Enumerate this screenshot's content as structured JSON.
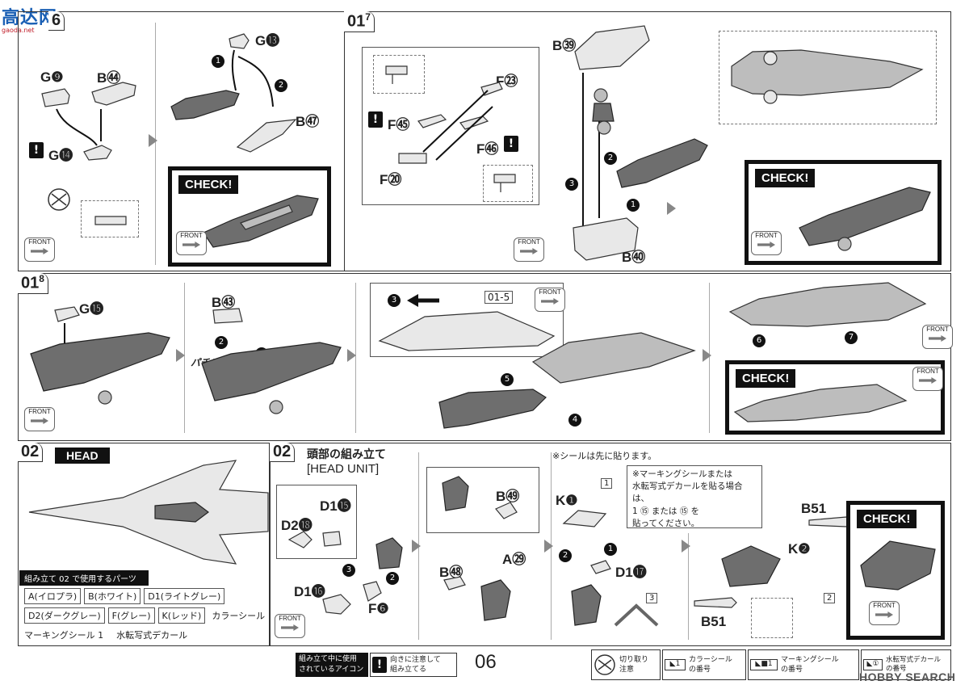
{
  "watermark": {
    "text": "高达网",
    "sub": "gaoda.net"
  },
  "steps": {
    "s016": {
      "label": "6"
    },
    "s017": {
      "label": "01",
      "sub": "7"
    },
    "s018": {
      "label": "01",
      "sub": "8"
    },
    "s02head": {
      "label": "02",
      "title": "HEAD"
    },
    "s02unit": {
      "label": "02",
      "title_jp": "頭部の組み立て",
      "title_en": "[HEAD UNIT]"
    }
  },
  "parts": {
    "g9": "G❾",
    "b44": "B㊹",
    "g14": "G⓮",
    "g13": "G⓭",
    "b47": "B㊼",
    "b39": "B㊴",
    "f23": "F㉓",
    "f45": "F㊺",
    "f46": "F㊻",
    "f20": "F⑳",
    "b40": "B㊵",
    "g15": "G⓯",
    "b43": "B㊸",
    "ref015": "01-5",
    "pachin": "パチン",
    "d115": "D1⓯",
    "d218": "D2⓲",
    "d116": "D1⓰",
    "f6": "F❻",
    "b49": "B㊾",
    "b48": "B㊽",
    "a29": "A㉙",
    "k1": "K❶",
    "d117": "D1⓱",
    "k2": "K❷",
    "b51a": "B51",
    "b51b": "B51"
  },
  "check_label": "CHECK!",
  "front_label": "FRONT",
  "seal_note": "※シールは先に貼ります。",
  "marking_note": {
    "line1": "※マーキングシールまたは",
    "line2": "水転写式デカールを貼る場合は、",
    "line3": "1 ⑮ または ⑮ を",
    "line4": "貼ってください。"
  },
  "sticker_nums": {
    "n1": "1",
    "n2": "2",
    "n3": "3"
  },
  "parts_list": {
    "header": "組み立て 02 で使用するパーツ",
    "row1": [
      "A(イロプラ)",
      "B(ホワイト)",
      "D1(ライトグレー)"
    ],
    "row2": [
      "D2(ダークグレー)",
      "F(グレー)",
      "K(レッド)"
    ],
    "color_seal": "カラーシール",
    "marking": "マーキングシール 1",
    "decal": "水転写式デカール"
  },
  "footer": {
    "icons_used": "組み立て中に使用\nされているアイコン",
    "attention": "向きに注意して\n組み立てる",
    "page": "06",
    "cut": "切り取り\n注意",
    "color_seal_no": "カラーシール\nの番号",
    "marking_no": "マーキングシール\nの番号",
    "decal_no": "水転写式デカール\nの番号",
    "brand": "HOBBY SEARCH"
  }
}
